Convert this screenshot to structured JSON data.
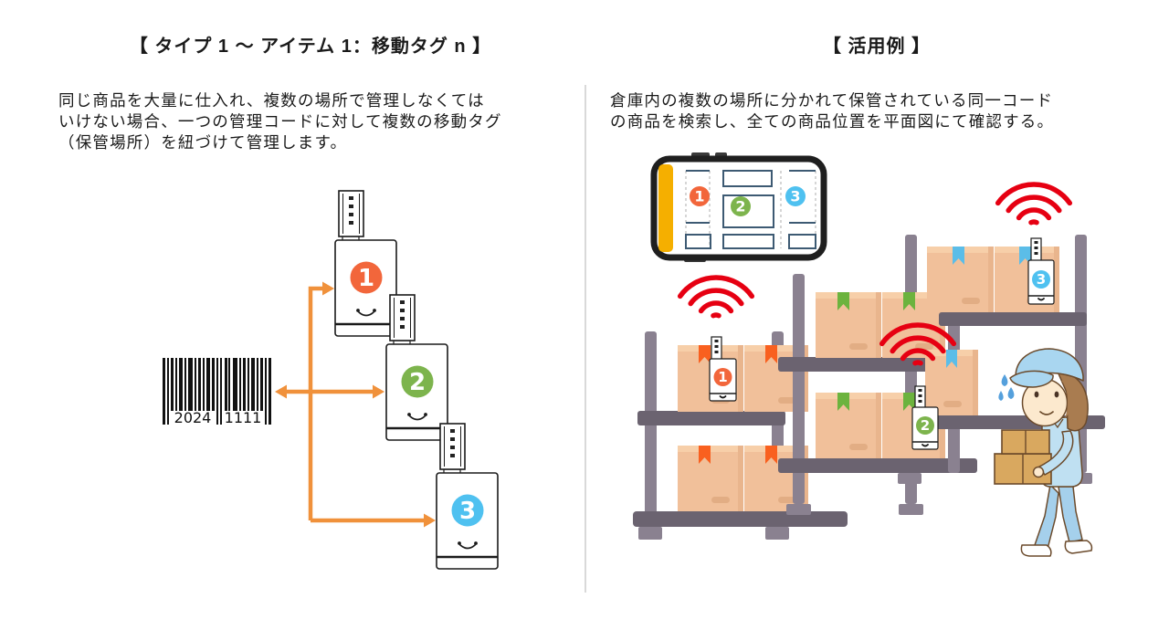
{
  "left_panel": {
    "title": "【 タイプ 1 ～ アイテム 1：移動タグ n 】",
    "description": [
      "同じ商品を大量に仕入れ、複数の場所で管理しなくては",
      "いけない場合、一つの管理コードに対して複数の移動タグ",
      "（保管場所）を紐づけて管理します。"
    ],
    "barcode": {
      "left_digits": "2024",
      "right_digits": "1111"
    }
  },
  "right_panel": {
    "title": "【 活用例 】",
    "description": [
      "倉庫内の複数の場所に分かれて保管されている同一コード",
      "の商品を検索し、全ての商品位置を平面図にて確認する。"
    ]
  },
  "tags": [
    {
      "number": "1",
      "color": "#F2663B"
    },
    {
      "number": "2",
      "color": "#7DB44D"
    },
    {
      "number": "3",
      "color": "#4FC1F0"
    }
  ],
  "colors": {
    "arrow": "#F0913B",
    "wifi": "#E60012",
    "divider": "#D9D9D9",
    "phone_sidebar": "#F5AF00",
    "floorplan_line": "#3D5A73",
    "shelf_post": "#8A8190",
    "shelf_beam": "#6B6370",
    "box": "#F1C09A",
    "tape_orange": "#F9601F",
    "tape_green": "#6CB33E",
    "tape_blue": "#5BBDE8"
  }
}
